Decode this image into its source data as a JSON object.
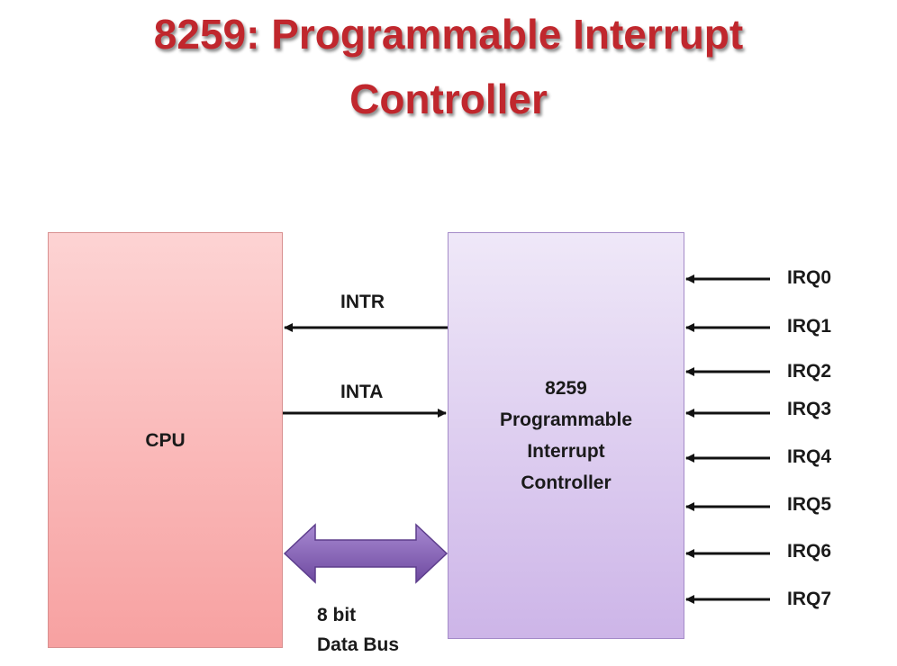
{
  "title": {
    "line1": "8259: Programmable Interrupt",
    "line2": "Controller"
  },
  "cpu": {
    "label": "CPU"
  },
  "pic": {
    "lines": [
      "8259",
      "Programmable",
      "Interrupt",
      "Controller"
    ]
  },
  "signals": {
    "intr": "INTR",
    "inta": "INTA",
    "bus_line1": "8 bit",
    "bus_line2": "Data Bus"
  },
  "irq_lines": [
    "IRQ0",
    "IRQ1",
    "IRQ2",
    "IRQ3",
    "IRQ4",
    "IRQ5",
    "IRQ6",
    "IRQ7"
  ],
  "colors": {
    "title": "#c0272d",
    "cpu_fill": "#f7a1a1",
    "pic_fill": "#cdb5e8",
    "bus_arrow": "#8a62b8"
  }
}
